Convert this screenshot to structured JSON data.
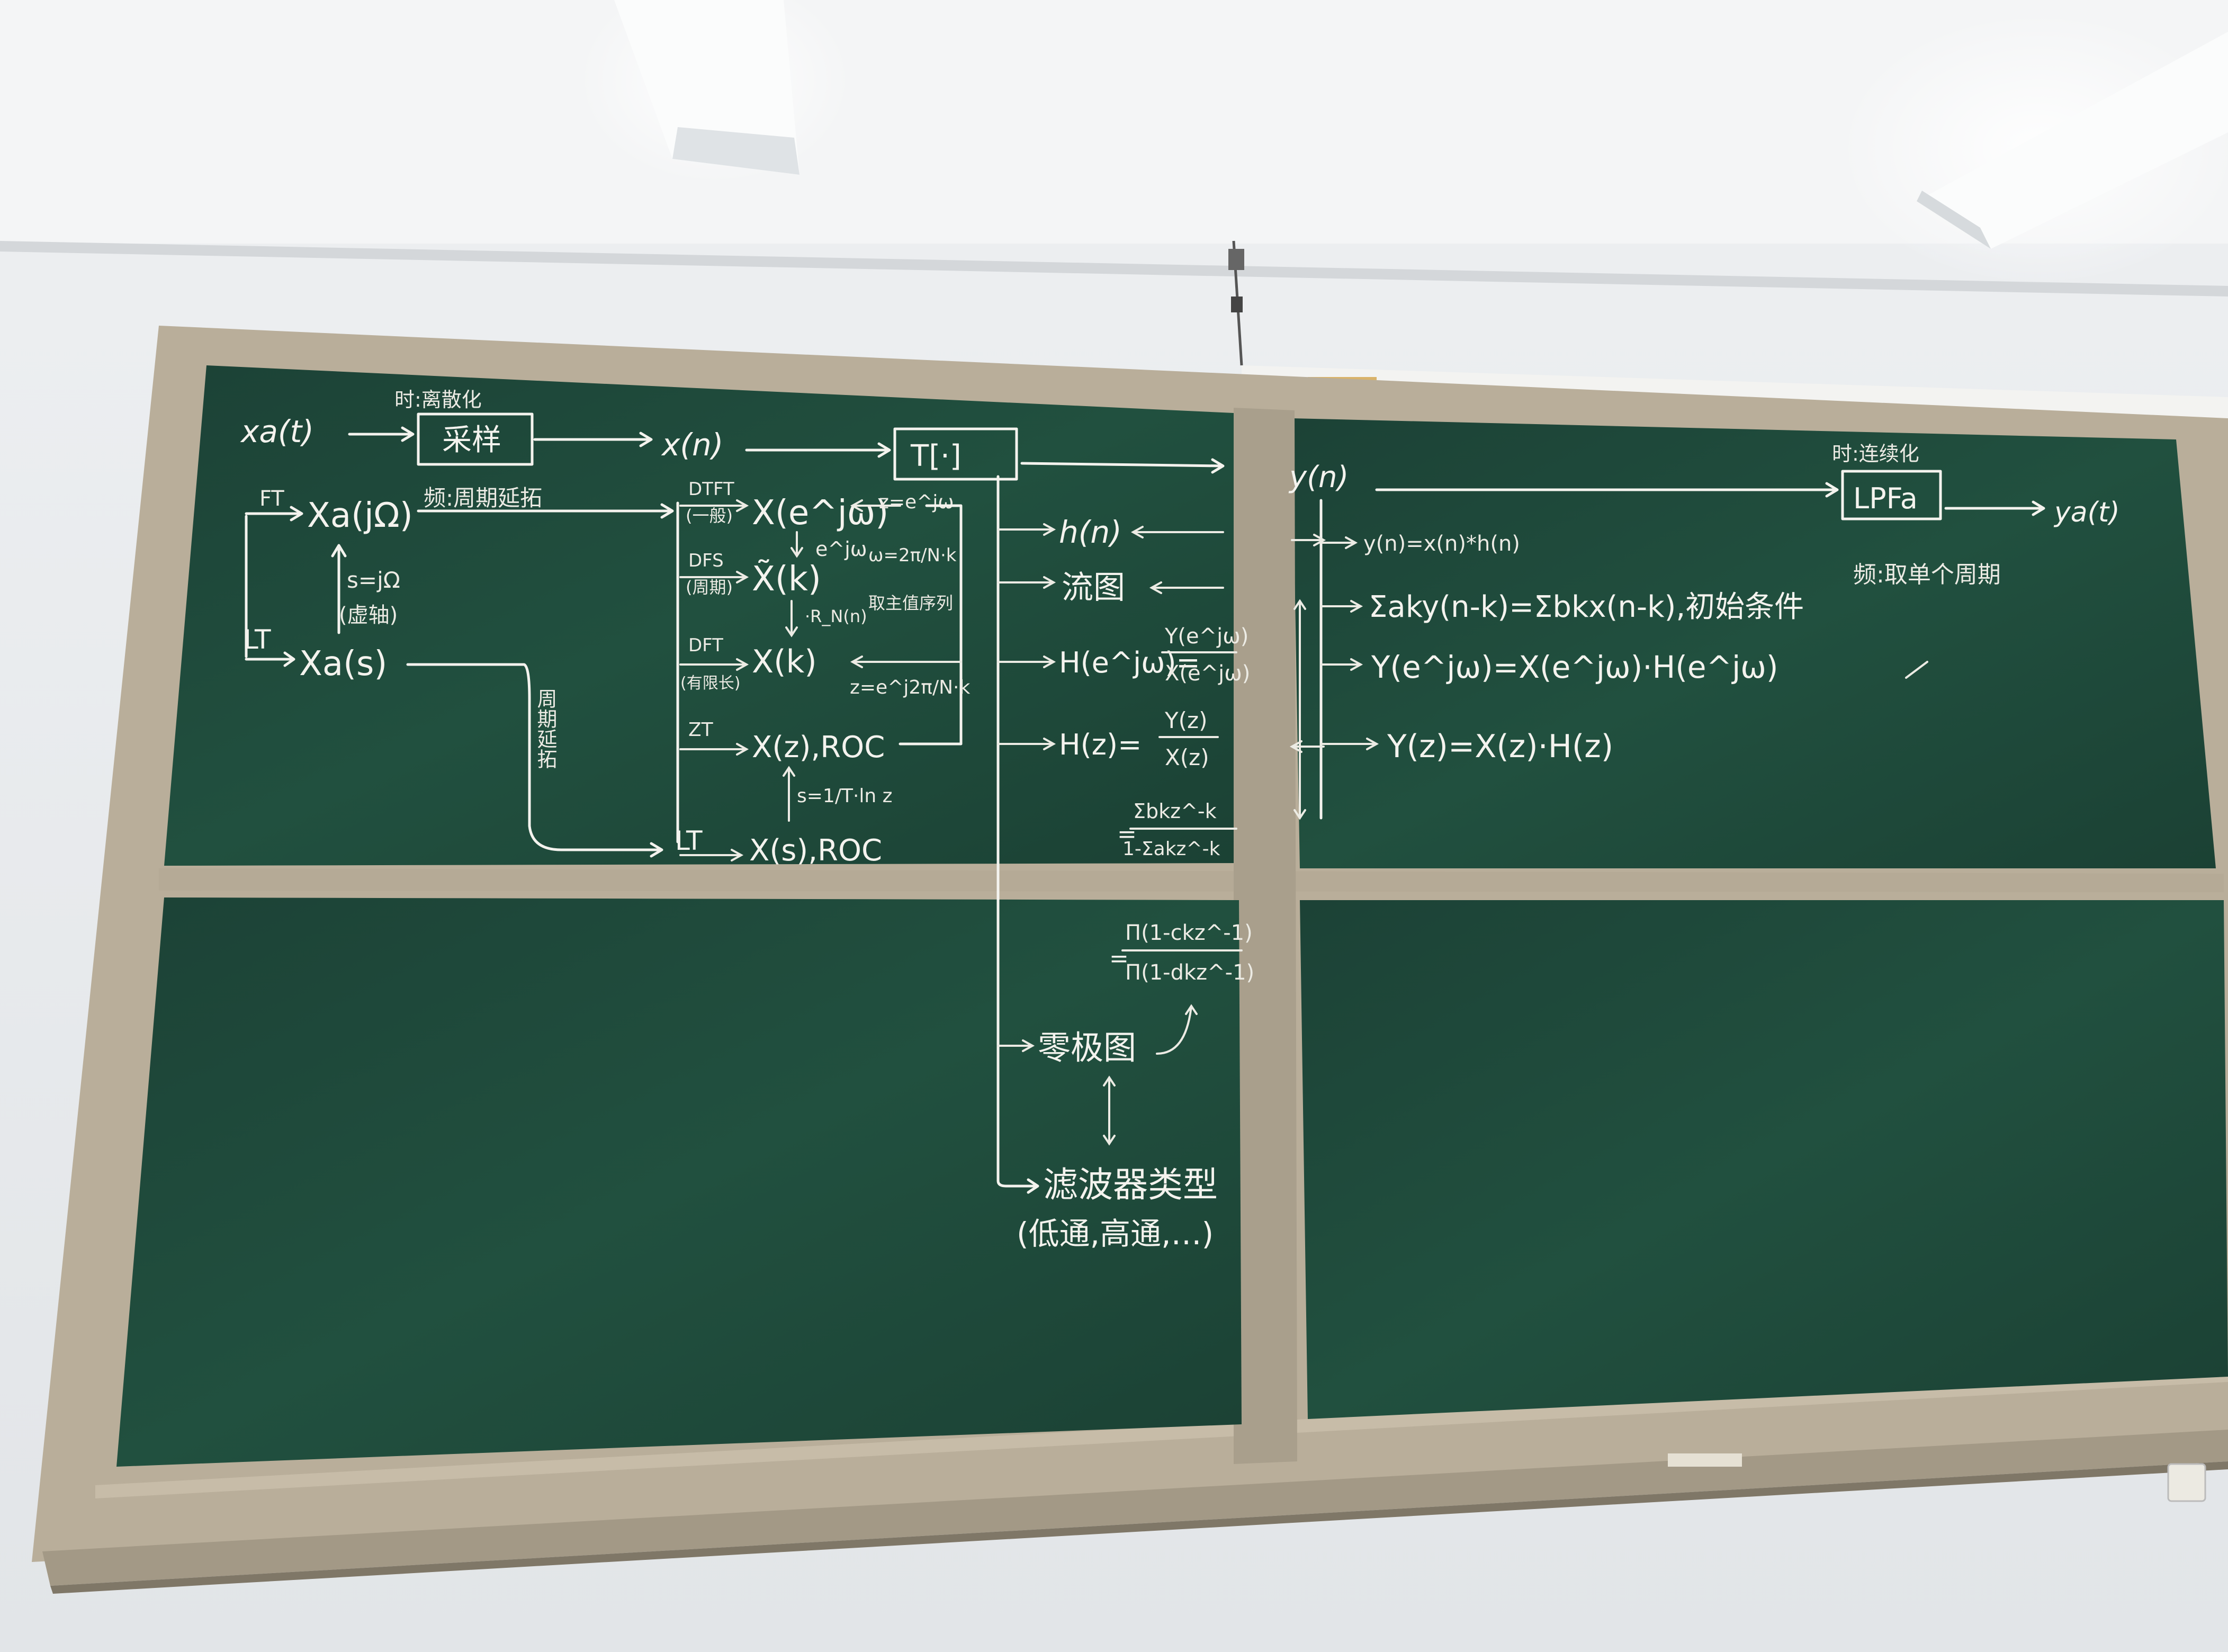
{
  "labels": {
    "xa_t": "xa(t)",
    "time_discretize": "时:离散化",
    "sampling": "采样",
    "freq_periodic": "频:周期延拓",
    "x_n": "x(n)",
    "system": "T[·]",
    "FT": "FT",
    "Xa_jOmega": "Xa(jΩ)",
    "s_eq": "s=jΩ",
    "imag_axis": "(虚轴)",
    "LT": "LT",
    "Xa_s": "Xa(s)",
    "periodic_ext_vertical": "周期延拓",
    "DTFT": "DTFT",
    "aperiodic": "(一般)",
    "X_ejw": "X(e^jω)",
    "z_eq_ejw": "z=e^jω",
    "DFS": "DFS",
    "periodic": "(周期)",
    "Xt_k": "X̃(k)",
    "ejw_small": "e^jω",
    "w_eq": "ω=2π/N·k",
    "DFT": "DFT",
    "finite": "(有限长)",
    "X_k": "X(k)",
    "RN_n": "·R_N(n)",
    "take_main": "取主值序列",
    "z_eq_k": "z=e^j2π/N·k",
    "ZT": "ZT",
    "X_z_roc": "X(z),ROC",
    "s_eq_ln": "s=1/T·ln z",
    "LT2": "LT",
    "X_s_roc": "X(s),ROC",
    "h_n": "h(n)",
    "flow_graph": "流图",
    "H_ejw": "H(e^jω)=",
    "Y_ejw_frac": "Y(e^jω)",
    "X_ejw_frac": "X(e^jω)",
    "H_z": "H(z)=",
    "Y_z_frac": "Y(z)",
    "X_z_frac": "X(z)",
    "sum_b": "Σbkz^-k",
    "one_minus_sum_a": "1-Σakz^-k",
    "prod_c": "Π(1-ckz^-1)",
    "prod_d": "Π(1-dkz^-1)",
    "pole_zero": "零极图",
    "filter_type": "滤波器类型",
    "filter_examples": "(低通,高通,…)",
    "y_n": "y(n)",
    "time_continuous": "时:连续化",
    "lpf": "LPFa",
    "ya_t": "ya(t)",
    "freq_single": "频:取单个周期",
    "conv": "y(n)=x(n)*h(n)",
    "diff_eq": "Σaky(n-k)=Σbkx(n-k),初始条件",
    "freq_prod": "Y(e^jω)=X(e^jω)·H(e^jω)",
    "z_prod": "Y(z)=X(z)·H(z)",
    "equals": "="
  },
  "colors": {
    "wall": "#e9ecef",
    "board": "#1f4a3b",
    "board_lower": "#1d4638",
    "frame": "#b5aa96",
    "chalk": "#f4f3ee",
    "light": "#ffffff"
  }
}
